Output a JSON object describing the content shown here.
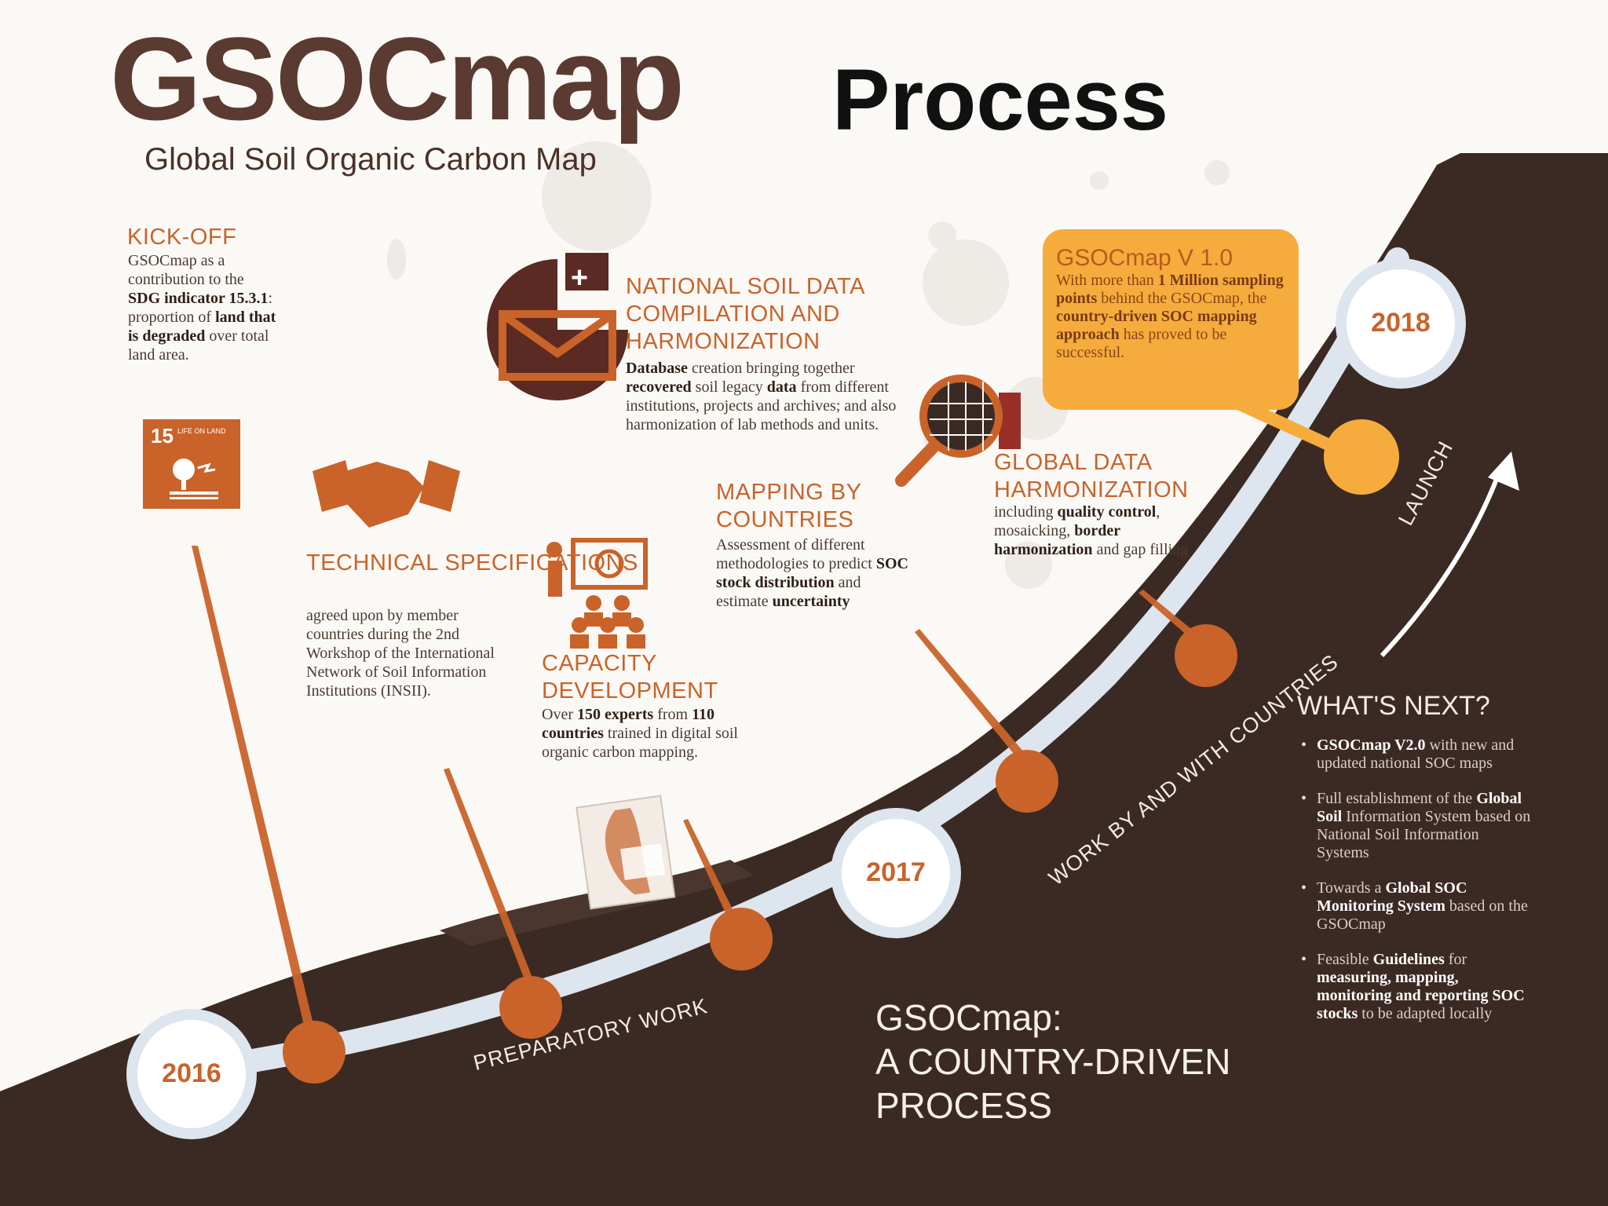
{
  "title": {
    "main": "GSOCmap",
    "process": "Process",
    "subtitle": "Global  Soil  Organic Carbon Map"
  },
  "milestones": [
    {
      "heading": "KICK-OFF",
      "text_html": "GSOCmap as a contribution to the <b>SDG indicator 15.3.1</b>: proportion of <b>land that is degraded</b> over total land area."
    },
    {
      "heading": "TECHNICAL SPECIFICATIONS",
      "text_html": "agreed upon by member countries during the 2nd Workshop of the International Network of Soil Information Institutions (INSII)."
    },
    {
      "heading": "NATIONAL SOIL DATA COMPILATION AND HARMONIZATION",
      "text_html": "<b>Database</b> creation bringing together <b>recovered</b> soil legacy <b>data</b> from different institutions, projects and archives; and also harmonization of lab methods and units."
    },
    {
      "heading": "CAPACITY DEVELOPMENT",
      "text_html": "Over <b>150 experts</b> from <b>110 countries</b> trained in digital soil organic carbon mapping."
    },
    {
      "heading": "MAPPING BY COUNTRIES",
      "text_html": "Assessment of different methodologies to predict <b>SOC stock distribution</b> and estimate <b>uncertainty</b>"
    },
    {
      "heading": "GLOBAL DATA HARMONIZATION",
      "text_html": "including <b>quality control</b>, mosaicking, <b>border harmonization</b> and gap filling"
    }
  ],
  "sdg_badge": {
    "number": "15",
    "label": "LIFE ON LAND"
  },
  "gsocmap_v1": {
    "title": "GSOCmap V 1.0",
    "text_html": "With more than <b>1 Million sampling points</b> behind the GSOCmap, the <b>country-driven SOC mapping approach</b> has proved to be successful."
  },
  "years": [
    "2016",
    "2017",
    "2018"
  ],
  "path_labels": {
    "preparatory": "PREPARATORY WORK",
    "work": "WORK BY AND WITH COUNTRIES",
    "launch": "LAUNCH"
  },
  "whats_next": {
    "heading": "WHAT'S NEXT?",
    "items": [
      "<b>GSOCmap V2.0</b> with new and updated national SOC maps",
      "Full establishment of the <b>Global Soil</b> Information System based on National Soil Information Systems",
      "Towards a <b>Global SOC Monitoring System</b> based on the GSOCmap",
      "Feasible <b>Guidelines</b> for <b>measuring, mapping, monitoring and reporting SOC stocks</b> to be adapted locally"
    ]
  },
  "footer": {
    "line1": "GSOCmap:",
    "line2": "A COUNTRY-DRIVEN",
    "line3": "PROCESS"
  },
  "colors": {
    "accent": "#c9632a",
    "soil": "#3b2a23",
    "path": "#dde5ee",
    "box": "#f6ac3d",
    "title": "#5b3a31"
  }
}
